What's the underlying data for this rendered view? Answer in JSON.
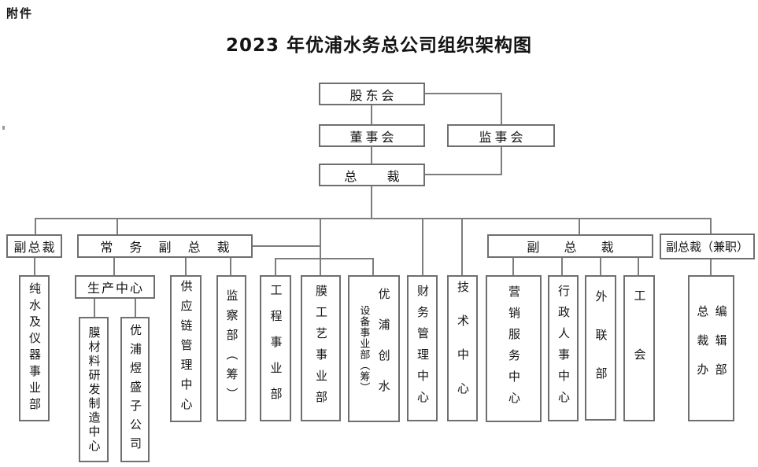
{
  "page": {
    "attachment": "附件",
    "title": "2023 年优浦水务总公司组织架构图"
  },
  "colors": {
    "line": "#7d7d7d",
    "box_border": "#6f6f6f",
    "text": "#141414",
    "background": "#ffffff"
  },
  "governance": {
    "shareholders": "股东会",
    "board_of_directors": "董事会",
    "supervisory_board": "监事会",
    "president": "总  裁"
  },
  "executives": {
    "vp_left": "副总裁",
    "executive_vp": "常 务 副 总 裁",
    "vp_right": "副 总 裁",
    "vp_part_time": "副总裁（兼职）"
  },
  "centers": {
    "production": "生产中心"
  },
  "departments": [
    {
      "label": "纯水及仪器事业部"
    },
    {
      "label": "供应链管理中心"
    },
    {
      "label": "监察部（筹）"
    },
    {
      "label": "工程事业部"
    },
    {
      "label": "膜工艺事业部"
    },
    {
      "label": "设备事业部（筹）",
      "label2": "优浦创水"
    },
    {
      "label": "财务管理中心"
    },
    {
      "label": "技术中心"
    },
    {
      "label": "营销服务中心"
    },
    {
      "label": "行政人事中心"
    },
    {
      "label": "外联部"
    },
    {
      "label": "工会"
    },
    {
      "label": "总裁办",
      "label2": "编辑部"
    }
  ],
  "subsidiaries": [
    {
      "label": "膜材料研发制造中心"
    },
    {
      "label": "优浦煜盛子公司"
    }
  ]
}
